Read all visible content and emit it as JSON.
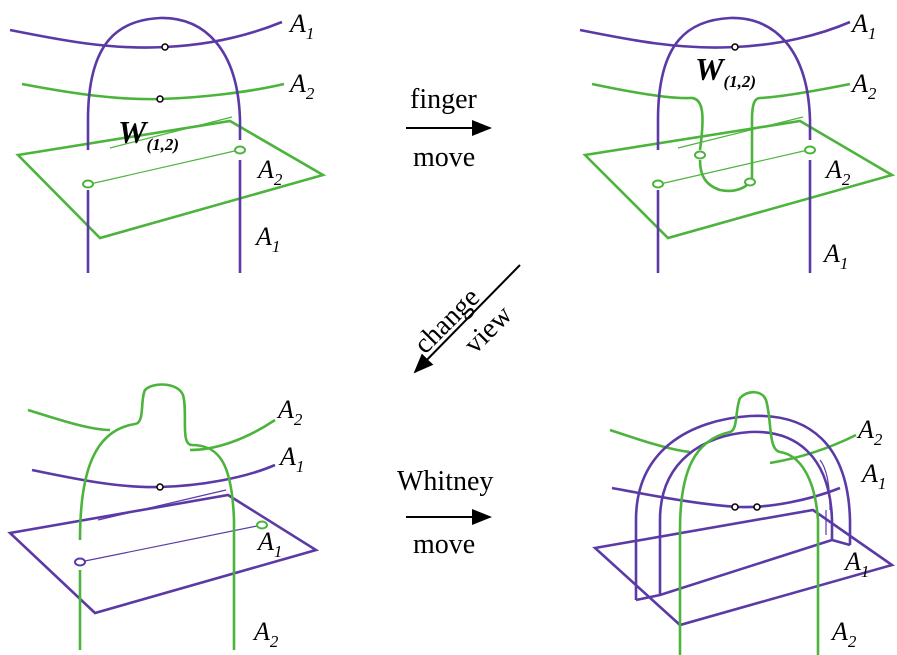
{
  "colors": {
    "A1": "#5b3aa6",
    "A2": "#4cb43c",
    "arrow": "#000000"
  },
  "labels": {
    "a1_main": "A",
    "a1_sub": "1",
    "a2_main": "A",
    "a2_sub": "2",
    "w_main": "W",
    "w_sub": "(1,2)"
  },
  "captions": {
    "finger_1": "finger",
    "finger_2": "move",
    "change_1": "change",
    "change_2": "view",
    "whitney_1": "Whitney",
    "whitney_2": "move"
  }
}
